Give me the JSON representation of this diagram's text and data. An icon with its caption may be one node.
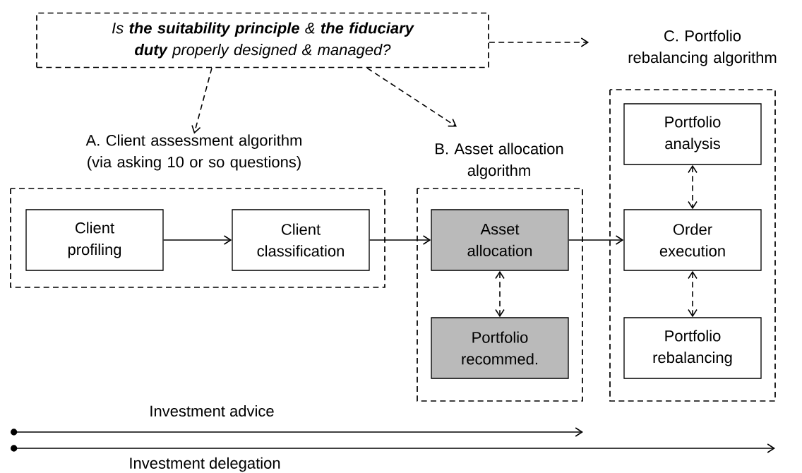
{
  "diagram": {
    "nodes": [
      {
        "text": [
          "Is **the suitability principle** & **the fiduciary duty** properly designed & managed?"
        ]
      },
      {
        "text": [
          "A. Client assessment algorithm (via asking 10 or so questions)"
        ]
      },
      {
        "text": [
          "Client profiling"
        ],
        "in": 1
      },
      {
        "text": [
          "Client classification"
        ],
        "in": 1
      },
      {
        "text": [
          "B. Asset allocation algorithm"
        ]
      },
      {
        "text": [
          "Asset allocation"
        ],
        "in": 4
      },
      {
        "text": [
          "Portfolio recommed."
        ],
        "in": 4
      },
      {
        "text": [
          "C. Portfolio rebalancing algorithm"
        ]
      },
      {
        "text": [
          "Portfolio analysis"
        ],
        "in": 7
      },
      {
        "text": [
          "Order execution"
        ],
        "in": 7
      },
      {
        "text": [
          "Portfolio rebalancing"
        ],
        "in": 7
      }
    ],
    "edges": [
      {
        "from": 0,
        "to": 1,
        "arrow": "to",
        "style": "dashed"
      },
      {
        "from": 0,
        "to": 4,
        "arrow": "to",
        "style": "dashed"
      },
      {
        "from": 0,
        "to": 7,
        "arrow": "to",
        "style": "dashed"
      },
      {
        "from": 2,
        "to": 3,
        "arrow": "to"
      },
      {
        "from": 3,
        "to": 5,
        "arrow": "to"
      },
      {
        "from": 5,
        "to": 9,
        "arrow": "to"
      },
      {
        "from": 5,
        "to": 6,
        "arrow": "both",
        "style": "dashed"
      },
      {
        "from": 8,
        "to": 9,
        "arrow": "both",
        "style": "dashed"
      },
      {
        "from": 9,
        "to": 10,
        "arrow": "both",
        "style": "dashed"
      }
    ],
    "labels": [
      "Investment advice",
      "Investment delegation"
    ]
  }
}
